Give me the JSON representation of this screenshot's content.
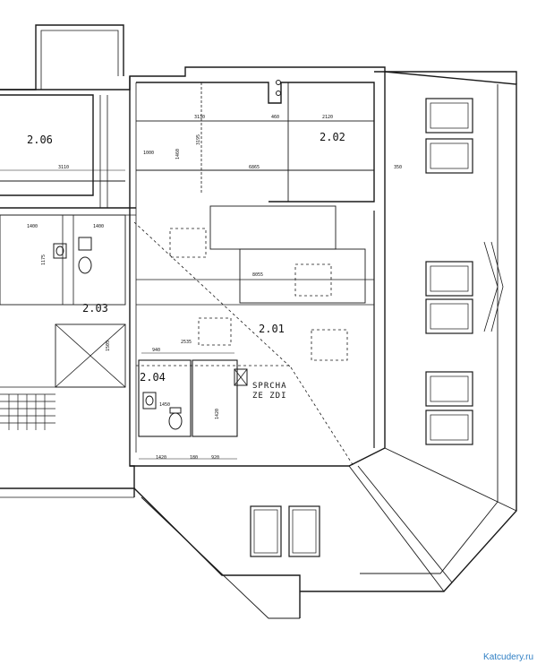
{
  "rooms": {
    "r206": "2.06",
    "r202": "2.02",
    "r203": "2.03",
    "r201": "2.01",
    "r204": "2.04"
  },
  "note": {
    "line1": "SPRCHA",
    "line2": "ZE ZDI"
  },
  "dimensions": {
    "d3130": "3130",
    "d1000": "1000",
    "d1440": "1400",
    "d1400": "1400",
    "d1175": "1175",
    "d1505": "1505",
    "d460": "460",
    "d2120": "2120",
    "d1460": "1460",
    "d3195": "3195",
    "d3110": "3110",
    "d6865": "6865",
    "d350": "350",
    "d8055": "8055",
    "d940": "940",
    "d2535": "2535",
    "d1420": "1420",
    "d1450": "1450",
    "d1420b": "1420",
    "d920": "920",
    "d180": "180"
  },
  "watermark": "Katcudery.ru"
}
